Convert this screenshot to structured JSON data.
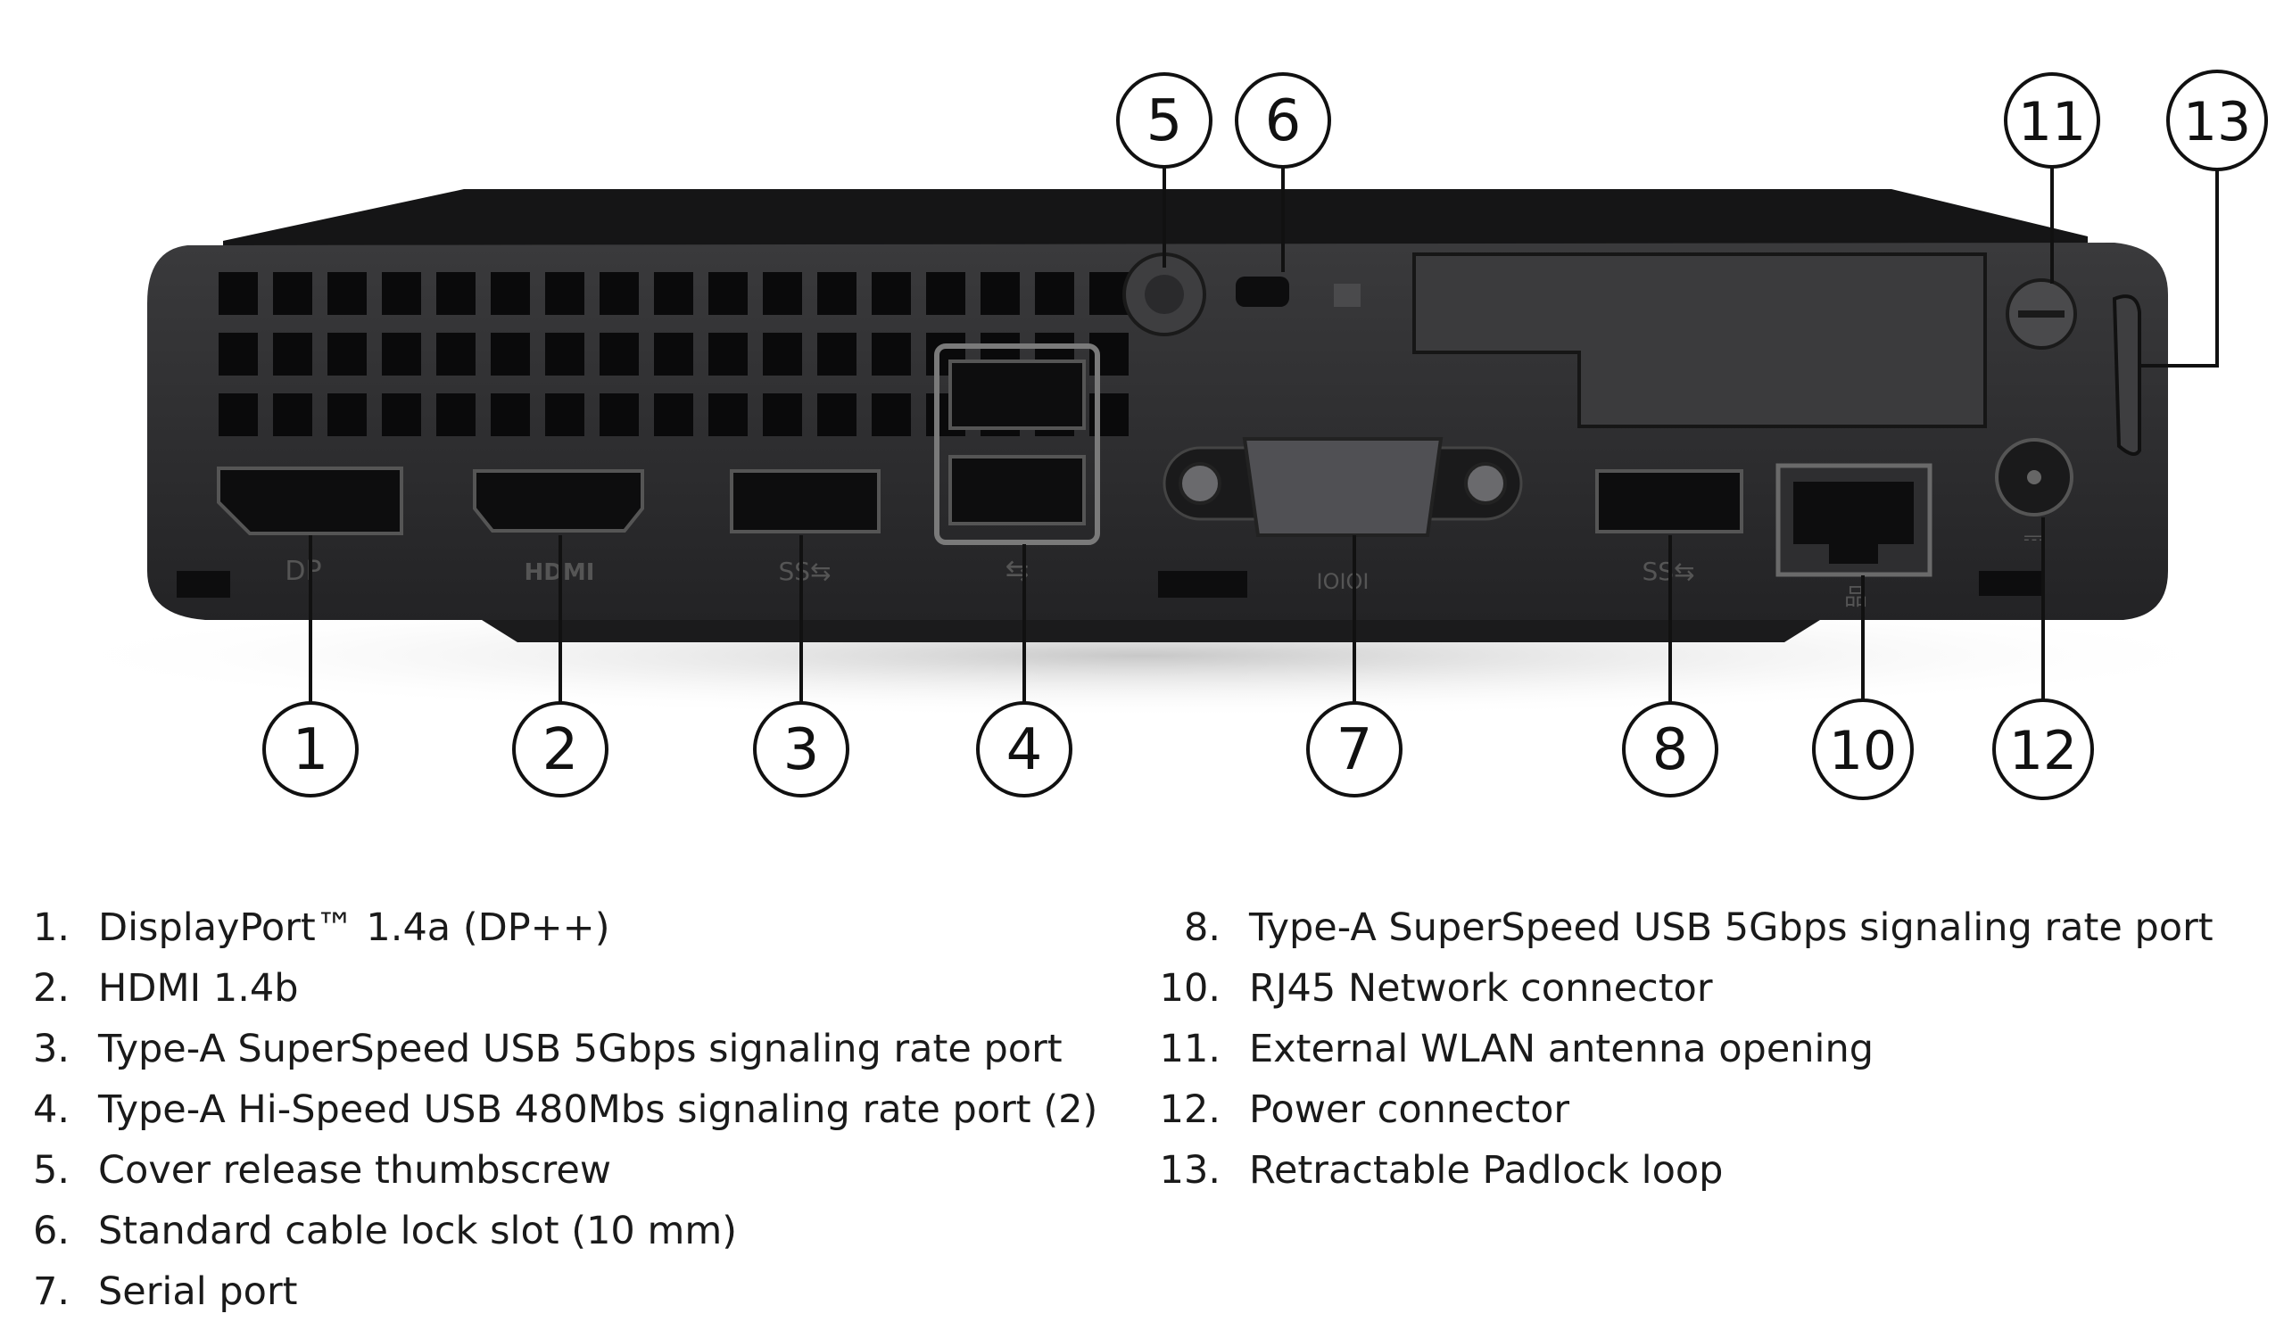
{
  "callouts": [
    {
      "id": "1",
      "label": "1"
    },
    {
      "id": "2",
      "label": "2"
    },
    {
      "id": "3",
      "label": "3"
    },
    {
      "id": "4",
      "label": "4"
    },
    {
      "id": "5",
      "label": "5"
    },
    {
      "id": "6",
      "label": "6"
    },
    {
      "id": "7",
      "label": "7"
    },
    {
      "id": "8",
      "label": "8"
    },
    {
      "id": "10",
      "label": "10"
    },
    {
      "id": "11",
      "label": "11"
    },
    {
      "id": "12",
      "label": "12"
    },
    {
      "id": "13",
      "label": "13"
    }
  ],
  "legend": {
    "left": [
      {
        "num": "1.",
        "text": "DisplayPort™ 1.4a (DP++)"
      },
      {
        "num": "2.",
        "text": "HDMI 1.4b"
      },
      {
        "num": "3.",
        "text": "Type-A SuperSpeed USB 5Gbps signaling rate port"
      },
      {
        "num": "4.",
        "text": "Type-A Hi-Speed USB 480Mbs signaling rate port (2)"
      },
      {
        "num": "5.",
        "text": "Cover release thumbscrew"
      },
      {
        "num": "6.",
        "text": "Standard cable lock slot (10 mm)"
      },
      {
        "num": "7.",
        "text": "Serial port"
      }
    ],
    "right": [
      {
        "num": "8.",
        "text": "Type-A SuperSpeed USB 5Gbps signaling rate port"
      },
      {
        "num": "10.",
        "text": "RJ45 Network connector"
      },
      {
        "num": "11.",
        "text": "External WLAN antenna opening"
      },
      {
        "num": "12.",
        "text": "Power connector"
      },
      {
        "num": "13.",
        "text": "Retractable Padlock loop"
      }
    ]
  },
  "port_glyphs": {
    "displayport": "DP",
    "hdmi": "HDMI",
    "usb3": "SS⇆",
    "usb2": "⇆",
    "serial": "IOIOI",
    "lan": "品",
    "power": "⎓"
  },
  "colors": {
    "chassis": "#2b2b2d",
    "chassis_top": "#1c1c1e",
    "callout_stroke": "#111111",
    "port": "#0d0d0e"
  }
}
